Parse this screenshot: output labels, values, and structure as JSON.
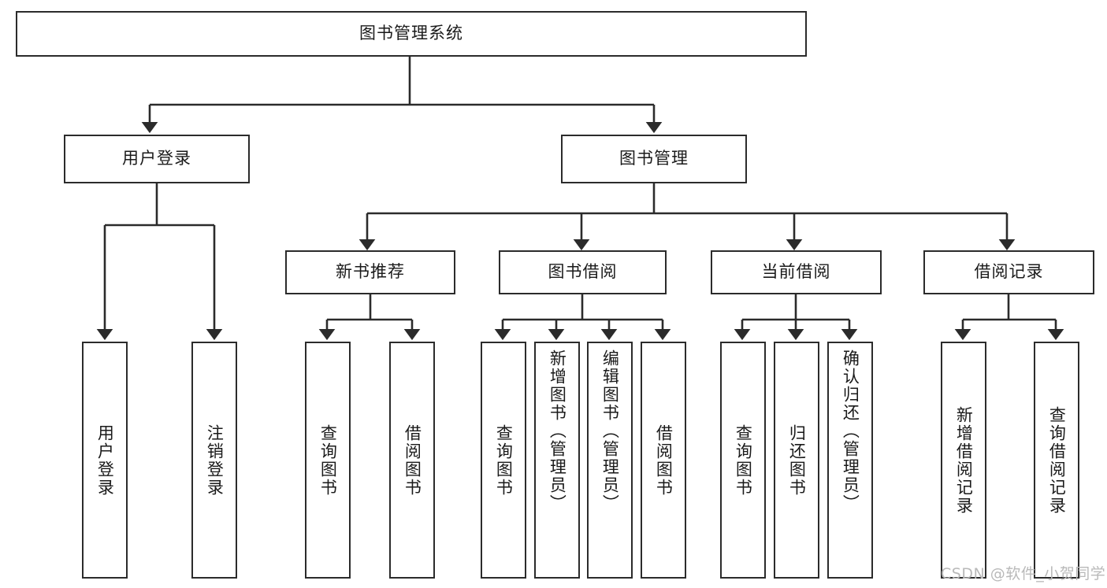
{
  "diagram": {
    "type": "tree-hierarchy",
    "title": "图书管理系统",
    "watermark": "CSDN @软件_小贺同学",
    "colors": {
      "box_border": "#2b2b2b",
      "box_fill": "#ffffff",
      "connector": "#2b2b2b",
      "text": "#1a1a1a",
      "watermark": "#b9b9b9",
      "background": "#ffffff"
    },
    "root": {
      "id": "root",
      "label": "图书管理系统",
      "orientation": "horizontal"
    },
    "level2": [
      {
        "id": "user-login",
        "label": "用户登录",
        "orientation": "horizontal"
      },
      {
        "id": "book-management",
        "label": "图书管理",
        "orientation": "horizontal"
      }
    ],
    "level3": [
      {
        "id": "new-book-recommend",
        "label": "新书推荐",
        "orientation": "horizontal",
        "parent": "book-management"
      },
      {
        "id": "book-borrow",
        "label": "图书借阅",
        "orientation": "horizontal",
        "parent": "book-management"
      },
      {
        "id": "current-borrow",
        "label": "当前借阅",
        "orientation": "horizontal",
        "parent": "book-management"
      },
      {
        "id": "borrow-record",
        "label": "借阅记录",
        "orientation": "horizontal",
        "parent": "book-management"
      }
    ],
    "leaves": [
      {
        "id": "leaf-user-login",
        "label": "用户登录",
        "parent": "user-login",
        "orientation": "vertical"
      },
      {
        "id": "leaf-user-logout",
        "label": "注销登录",
        "parent": "user-login",
        "orientation": "vertical"
      },
      {
        "id": "leaf-query-book-1",
        "label": "查询图书",
        "parent": "new-book-recommend",
        "orientation": "vertical"
      },
      {
        "id": "leaf-borrow-book-1",
        "label": "借阅图书",
        "parent": "new-book-recommend",
        "orientation": "vertical"
      },
      {
        "id": "leaf-query-book-2",
        "label": "查询图书",
        "parent": "book-borrow",
        "orientation": "vertical"
      },
      {
        "id": "leaf-add-book",
        "label": "新增图书（管理员）",
        "parent": "book-borrow",
        "orientation": "vertical"
      },
      {
        "id": "leaf-edit-book",
        "label": "编辑图书（管理员）",
        "parent": "book-borrow",
        "orientation": "vertical"
      },
      {
        "id": "leaf-borrow-book-2",
        "label": "借阅图书",
        "parent": "book-borrow",
        "orientation": "vertical"
      },
      {
        "id": "leaf-query-book-3",
        "label": "查询图书",
        "parent": "current-borrow",
        "orientation": "vertical"
      },
      {
        "id": "leaf-return-book",
        "label": "归还图书",
        "parent": "current-borrow",
        "orientation": "vertical"
      },
      {
        "id": "leaf-confirm-return",
        "label": "确认归还（管理员）",
        "parent": "current-borrow",
        "orientation": "vertical"
      },
      {
        "id": "leaf-add-record",
        "label": "新增借阅记录",
        "parent": "borrow-record",
        "orientation": "vertical"
      },
      {
        "id": "leaf-query-record",
        "label": "查询借阅记录",
        "parent": "borrow-record",
        "orientation": "vertical"
      }
    ]
  }
}
